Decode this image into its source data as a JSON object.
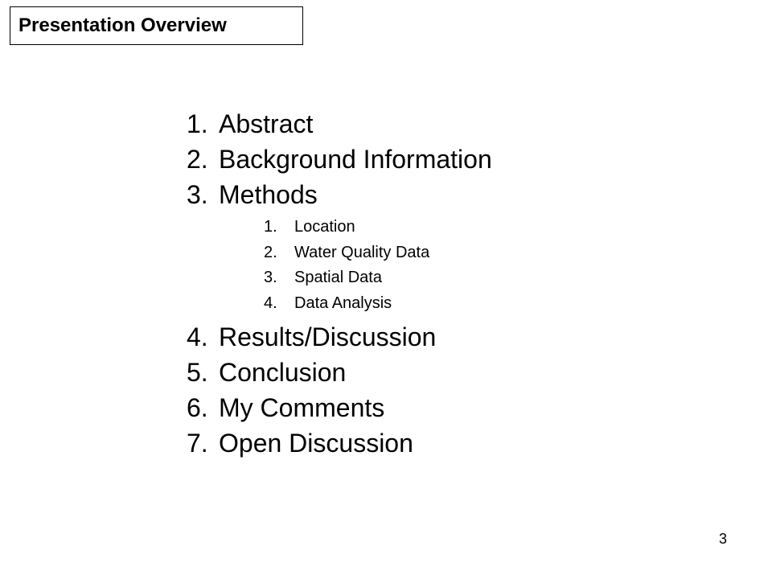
{
  "slide": {
    "title": "Presentation Overview",
    "page_number": "3"
  },
  "outline": {
    "items": [
      {
        "num": "1.",
        "label": "Abstract"
      },
      {
        "num": "2.",
        "label": "Background Information"
      },
      {
        "num": "3.",
        "label": "Methods"
      },
      {
        "num": "4.",
        "label": "Results/Discussion"
      },
      {
        "num": "5.",
        "label": "Conclusion"
      },
      {
        "num": "6.",
        "label": "My Comments"
      },
      {
        "num": "7.",
        "label": "Open Discussion"
      }
    ],
    "methods_subitems": [
      {
        "num": "1.",
        "label": "Location"
      },
      {
        "num": "2.",
        "label": "Water Quality Data"
      },
      {
        "num": "3.",
        "label": "Spatial Data"
      },
      {
        "num": "4.",
        "label": "Data Analysis"
      }
    ]
  }
}
